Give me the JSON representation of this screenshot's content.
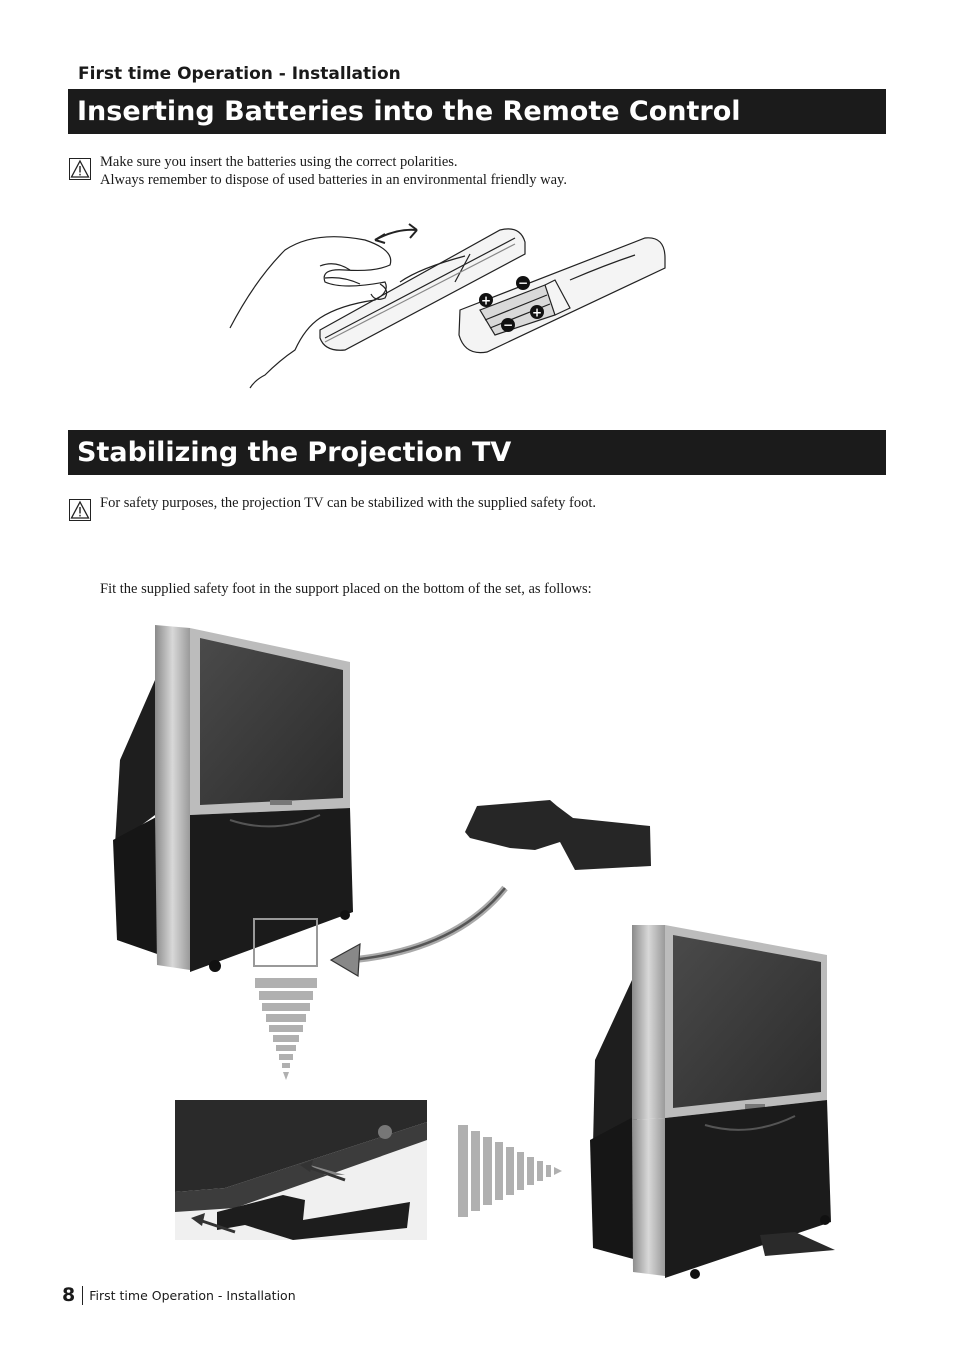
{
  "header": {
    "section_label": "First time Operation - Installation"
  },
  "batteries": {
    "title": "Inserting Batteries into the Remote Control",
    "warning_icon": "warning-triangle-icon",
    "note_line1": "Make sure you insert the batteries using the correct polarities.",
    "note_line2": "Always remember to dispose of used batteries in an environmental friendly way."
  },
  "stabilizing": {
    "title": "Stabilizing the Projection TV",
    "warning_icon": "warning-triangle-icon",
    "note": "For safety purposes, the projection TV can be stabilized with the supplied safety foot.",
    "instruction": "Fit the supplied safety foot in the support placed on the bottom of the set, as follows:"
  },
  "footer": {
    "page_number": "8",
    "text": "First time Operation - Installation"
  }
}
